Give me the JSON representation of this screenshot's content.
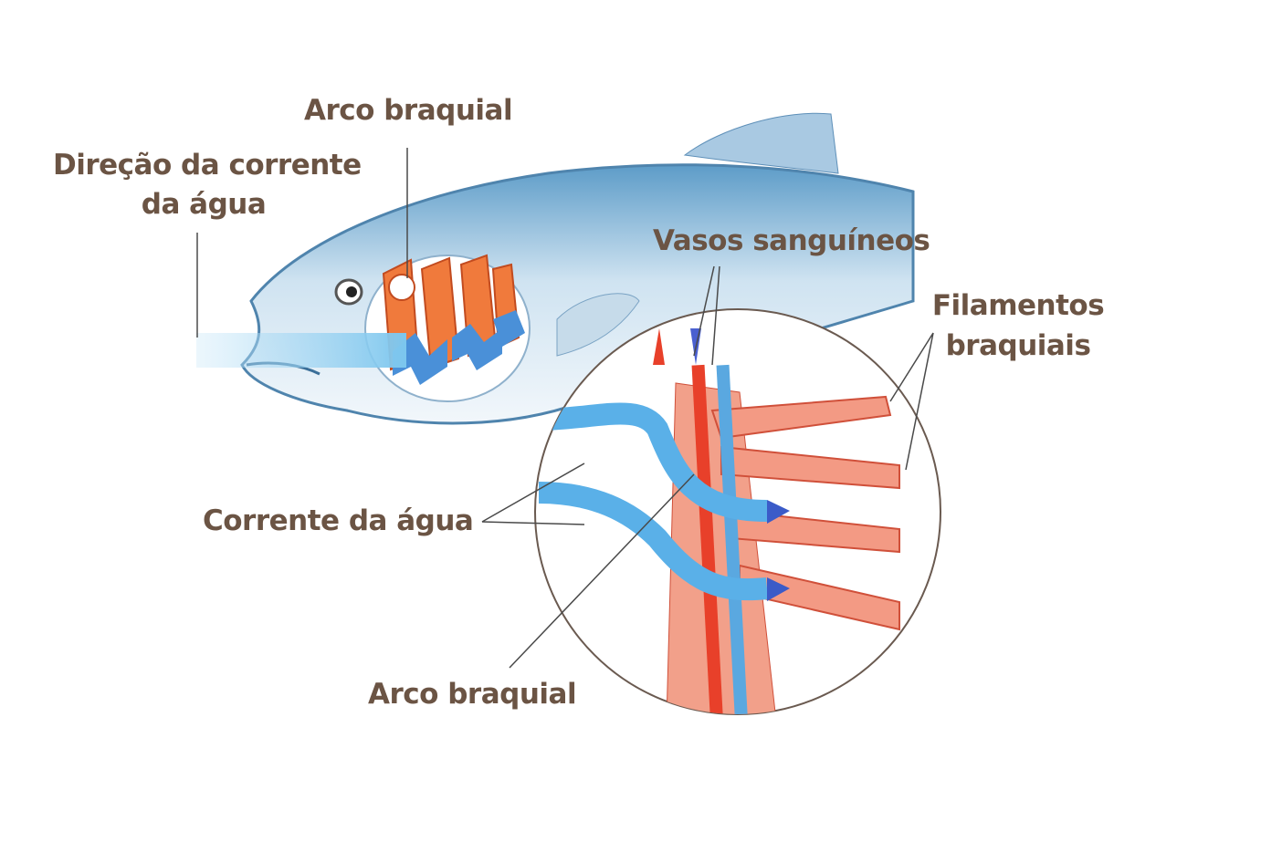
{
  "labels": {
    "arco_top": "Arco braquial",
    "direcao_line1": "Direção da corrente",
    "direcao_line2": "da água",
    "vasos": "Vasos sanguíneos",
    "filamentos_line1": "Filamentos",
    "filamentos_line2": "braquiais",
    "corrente": "Corrente da água",
    "arco_bottom": "Arco braquial"
  },
  "colors": {
    "label": "#6b5444",
    "water": "#5aa8e0",
    "blood_oxygenated": "#e8402a",
    "blood_deoxygenated": "#4a90d0",
    "flow_arrow": "#3b5bc8"
  }
}
